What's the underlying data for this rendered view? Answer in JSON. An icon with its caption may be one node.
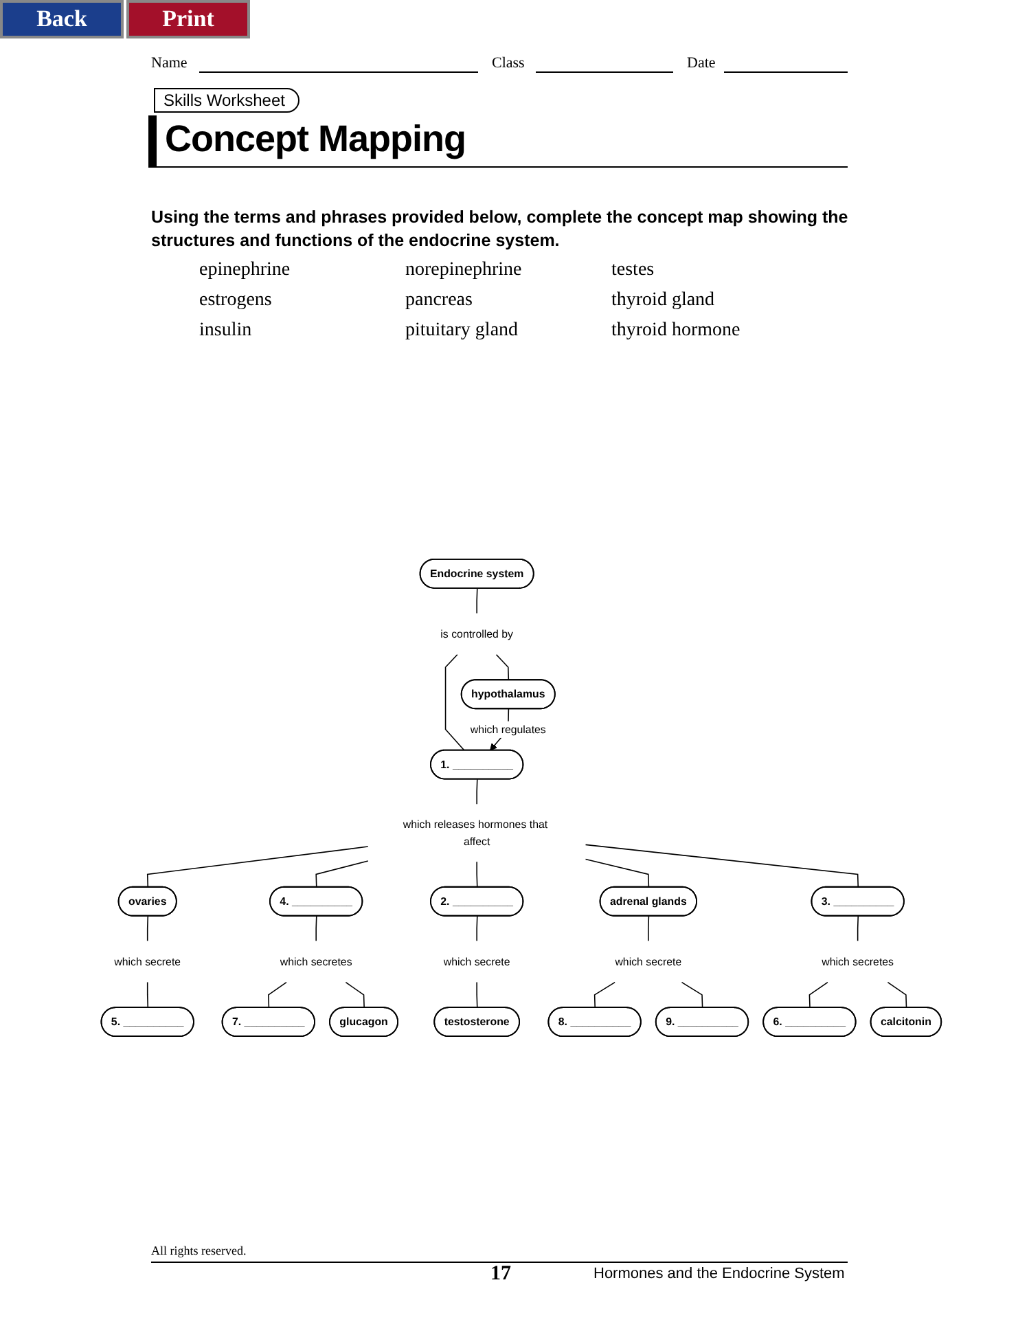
{
  "diagram": {
    "title": "Concept Mapping",
    "nodes": [
      {
        "text": [
          "Endocrine system"
        ]
      },
      {
        "text": [
          "is controlled by"
        ]
      },
      {
        "text": [
          "hypothalamus"
        ]
      },
      {
        "text": [
          "1. __________"
        ]
      },
      {
        "text": [
          "which releases hormones that affect"
        ]
      },
      {
        "text": [
          "ovaries"
        ]
      },
      {
        "text": [
          "2. __________"
        ]
      },
      {
        "text": [
          "3. __________"
        ]
      },
      {
        "text": [
          "which secrete"
        ]
      },
      {
        "text": [
          "4. __________"
        ]
      },
      {
        "text": [
          "adrenal glands"
        ]
      },
      {
        "text": [
          "which secretes"
        ]
      },
      {
        "text": [
          "5. __________"
        ]
      },
      {
        "text": [
          "which secrete"
        ]
      },
      {
        "text": [
          "which secretes"
        ]
      },
      {
        "text": [
          "6. __________"
        ]
      },
      {
        "text": [
          "testosterone"
        ]
      },
      {
        "text": [
          "which secrete"
        ]
      },
      {
        "text": [
          "calcitonin"
        ]
      },
      {
        "text": [
          "7. __________"
        ]
      },
      {
        "text": [
          "glucagon"
        ]
      },
      {
        "text": [
          "8. __________"
        ]
      },
      {
        "text": [
          "9. __________"
        ]
      }
    ],
    "edges": [
      {
        "from": 0,
        "to": 1,
        "arrow": "none"
      },
      {
        "from": 1,
        "to": 2,
        "arrow": "none"
      },
      {
        "from": 1,
        "to": 3,
        "arrow": "none"
      },
      {
        "from": 2,
        "to": 3,
        "arrow": "to",
        "label": "which regulates"
      },
      {
        "from": 3,
        "to": 4,
        "arrow": "none"
      },
      {
        "from": 4,
        "to": 5,
        "arrow": "none"
      },
      {
        "from": 4,
        "to": 9,
        "arrow": "none"
      },
      {
        "from": 4,
        "to": 6,
        "arrow": "none"
      },
      {
        "from": 4,
        "to": 10,
        "arrow": "none"
      },
      {
        "from": 4,
        "to": 7,
        "arrow": "none"
      },
      {
        "from": 5,
        "to": 8,
        "arrow": "none"
      },
      {
        "from": 8,
        "to": 12,
        "arrow": "none"
      },
      {
        "from": 9,
        "to": 14,
        "arrow": "none"
      },
      {
        "from": 14,
        "to": 19,
        "arrow": "none"
      },
      {
        "from": 14,
        "to": 20,
        "arrow": "none"
      },
      {
        "from": 6,
        "to": 13,
        "arrow": "none"
      },
      {
        "from": 13,
        "to": 16,
        "arrow": "none"
      },
      {
        "from": 10,
        "to": 17,
        "arrow": "none"
      },
      {
        "from": 17,
        "to": 21,
        "arrow": "none"
      },
      {
        "from": 17,
        "to": 22,
        "arrow": "none"
      },
      {
        "from": 7,
        "to": 11,
        "arrow": "none"
      },
      {
        "from": 11,
        "to": 15,
        "arrow": "none"
      },
      {
        "from": 11,
        "to": 18,
        "arrow": "none"
      }
    ],
    "labels": [
      "Back",
      "Print",
      "Name",
      "Class",
      "Date",
      "Skills Worksheet",
      "Using the terms and phrases provided below, complete the concept map showing the structures and functions of the endocrine system.",
      "epinephrine",
      "norepinephrine",
      "testes",
      "estrogens",
      "pancreas",
      "thyroid gland",
      "insulin",
      "pituitary gland",
      "thyroid hormone",
      "All rights reserved.",
      "17",
      "Hormones and the Endocrine System"
    ]
  }
}
